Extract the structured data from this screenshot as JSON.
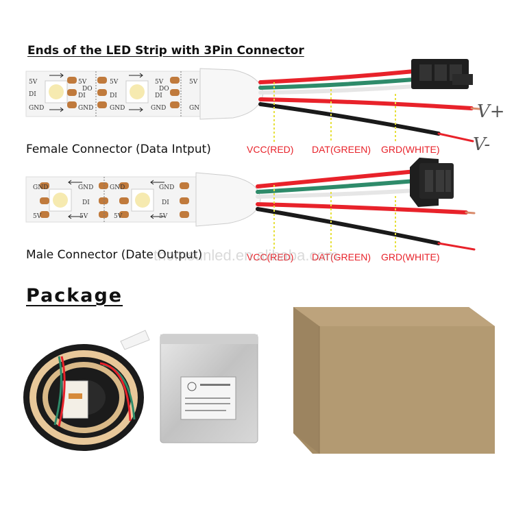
{
  "title": "Ends of the LED Strip with 3Pin Connector",
  "female": {
    "label": "Female Connector (Data Intput)",
    "vcc": "VCC(RED)",
    "dat": "DAT(GREEN)",
    "grd": "GRD(WHITE)",
    "v_plus": "V+",
    "v_minus": "V-"
  },
  "male": {
    "label": "Male Connector (Date Output)",
    "vcc": "VCC(RED)",
    "dat": "DAT(GREEN)",
    "grd": "GRD(WHITE)"
  },
  "strip_top": {
    "pin1": "5V",
    "pin2": "DI",
    "pin3": "GND",
    "pin4": "DO"
  },
  "strip_bottom": {
    "pin1": "GND",
    "pin2": "DI",
    "pin3": "5V"
  },
  "package_heading": "Package",
  "watermark": "thomsunled.en.alibaba.com",
  "colors": {
    "red": "#e8222a",
    "green": "#2e8b6a",
    "white": "#f2f2f2",
    "black": "#1a1a1a",
    "box": "#b09770"
  }
}
